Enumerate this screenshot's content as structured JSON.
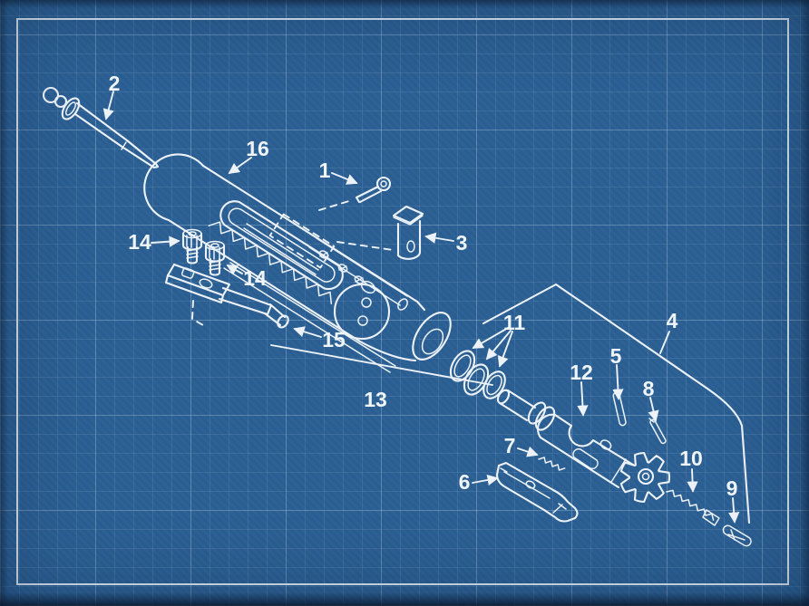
{
  "canvas": {
    "background_color": "#2b5f93",
    "grid_minor_color": "#4f80b0",
    "grid_major_color": "#7fa6cb",
    "frame_color": "#e4eff9",
    "line_art_color": "#ecf2f8",
    "label_color": "#f0f5fa"
  },
  "diagram": {
    "type": "exploded-parts-diagram",
    "callouts": [
      {
        "text": "1"
      },
      {
        "text": "2"
      },
      {
        "text": "3"
      },
      {
        "text": "4"
      },
      {
        "text": "5"
      },
      {
        "text": "6"
      },
      {
        "text": "7"
      },
      {
        "text": "8"
      },
      {
        "text": "9"
      },
      {
        "text": "10"
      },
      {
        "text": "11"
      },
      {
        "text": "12"
      },
      {
        "text": "13"
      },
      {
        "text": "14"
      },
      {
        "text": "14"
      },
      {
        "text": "15"
      },
      {
        "text": "16"
      }
    ]
  }
}
